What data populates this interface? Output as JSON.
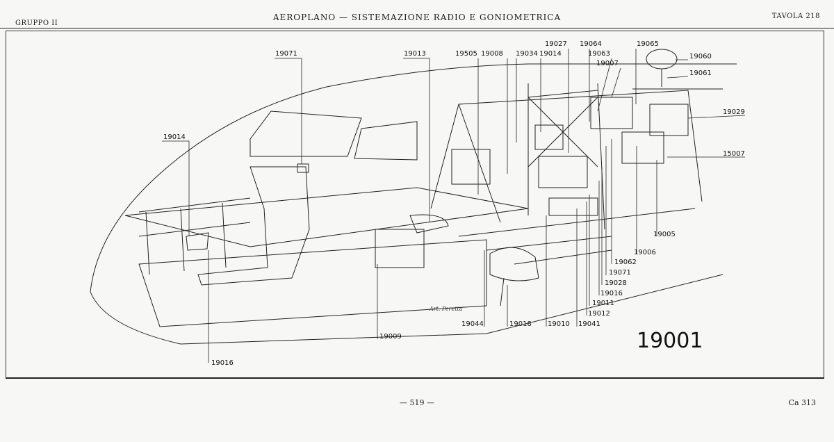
{
  "header": {
    "group": "GRUPPO II",
    "title": "AEROPLANO — SISTEMAZIONE RADIO E GONIOMETRICA",
    "plate": "TAVOLA 218"
  },
  "diagram": {
    "figure_number": "19001",
    "signature": "Art. Peretta",
    "callouts": [
      "19071",
      "19013",
      "19505",
      "19008",
      "19034",
      "19014",
      "19027",
      "19064",
      "19063",
      "19007",
      "19065",
      "19060",
      "19061",
      "19029",
      "15007",
      "19014",
      "19005",
      "19006",
      "19062",
      "19071",
      "19028",
      "19016",
      "19011",
      "19012",
      "19041",
      "19010",
      "19018",
      "19044",
      "19009",
      "19016"
    ]
  },
  "footer": {
    "page": "— 519 —",
    "code": "Ca 313"
  }
}
